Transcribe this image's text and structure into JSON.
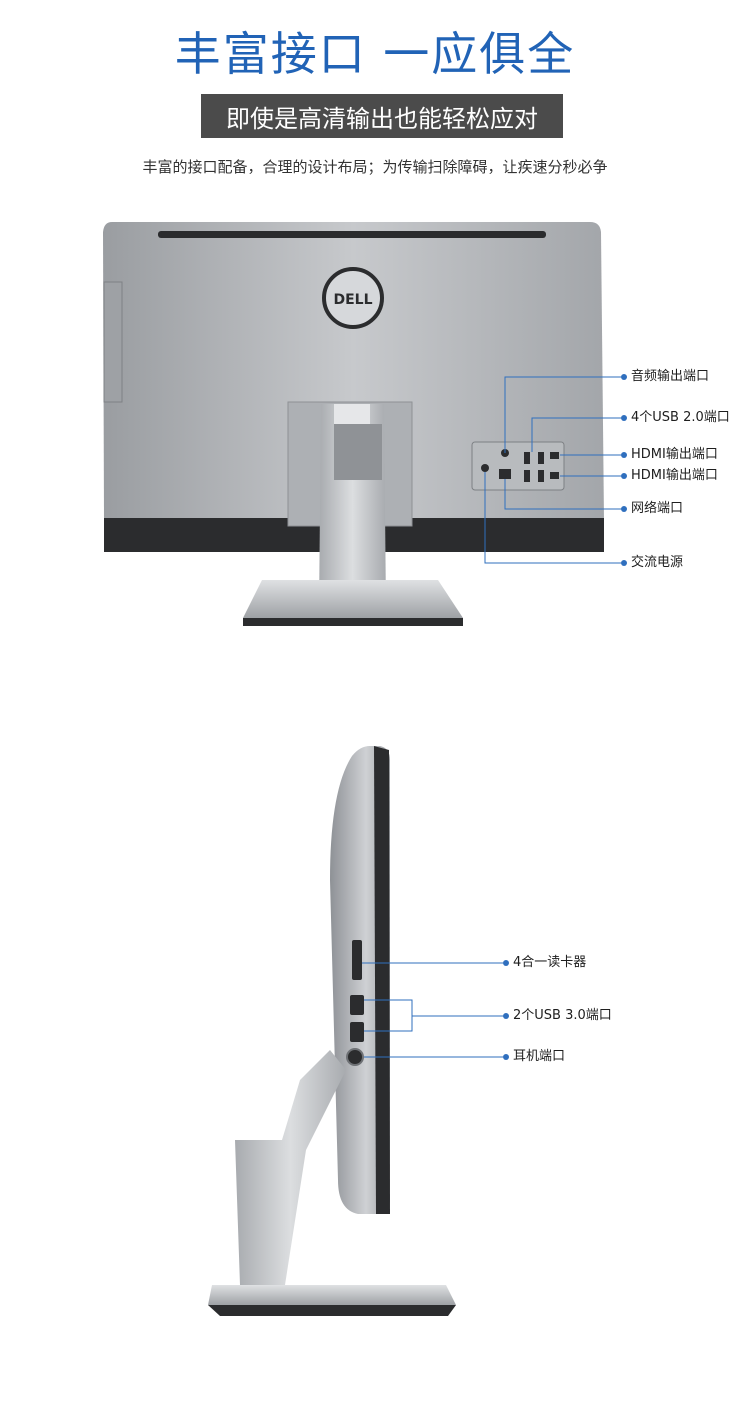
{
  "header": {
    "title": "丰富接口 一应俱全",
    "subtitle": "即使是高清输出也能轻松应对",
    "tagline": "丰富的接口配备，合理的设计布局；为传输扫除障碍，让疾速分秒必争"
  },
  "brand": {
    "logo": "DELL"
  },
  "back_ports": [
    "音频输出端口",
    "4个USB 2.0端口",
    "HDMI输出端口",
    "HDMI输出端口",
    "网络端口",
    "交流电源"
  ],
  "side_ports": [
    "4合一读卡器",
    "2个USB 3.0端口",
    "耳机端口"
  ],
  "colors": {
    "accent": "#2163b6",
    "callout_line": "#2f6fbe",
    "subtitle_bg": "#4b4b4b"
  }
}
